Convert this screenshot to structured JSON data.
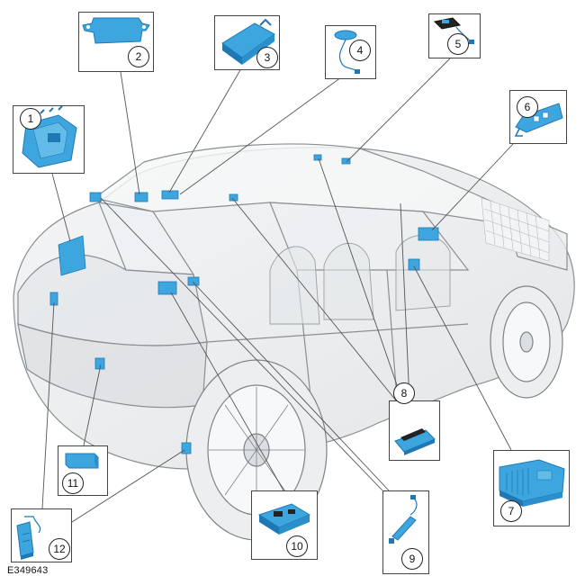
{
  "figure_ref": "E349643",
  "callouts": [
    {
      "num": "1"
    },
    {
      "num": "2"
    },
    {
      "num": "3"
    },
    {
      "num": "4"
    },
    {
      "num": "5"
    },
    {
      "num": "6"
    },
    {
      "num": "7"
    },
    {
      "num": "8"
    },
    {
      "num": "9"
    },
    {
      "num": "10"
    },
    {
      "num": "11"
    },
    {
      "num": "12"
    }
  ],
  "colors": {
    "component": "#3ea6df",
    "component_dark": "#1f78b4",
    "car_outline": "#8a8f94",
    "car_fill": "#e6e8ea",
    "leader": "#555555"
  }
}
